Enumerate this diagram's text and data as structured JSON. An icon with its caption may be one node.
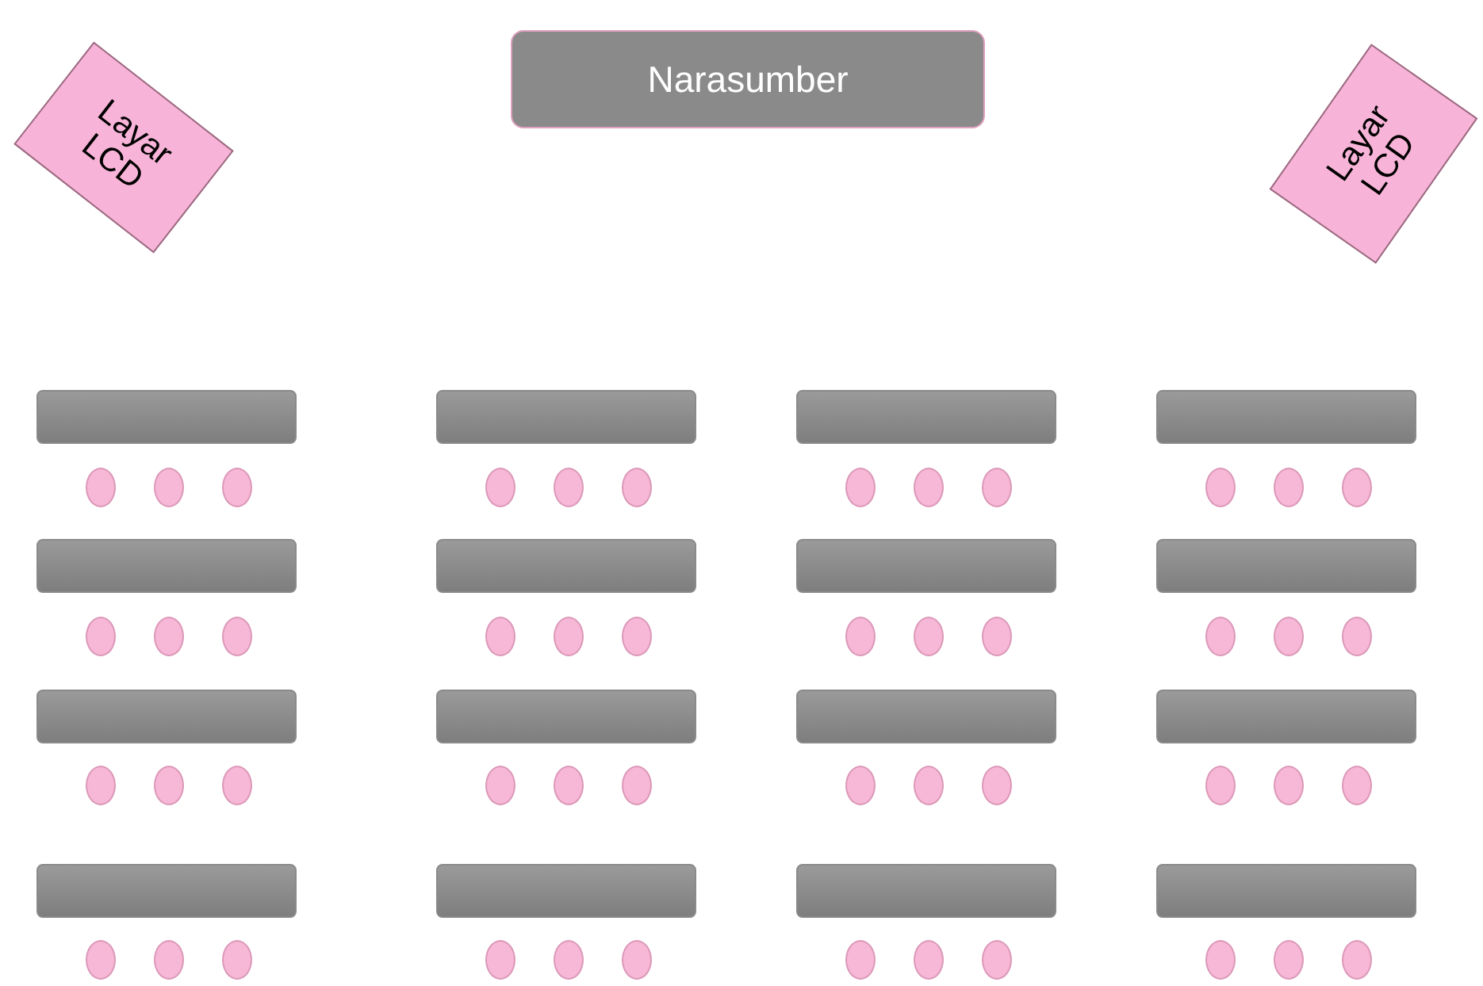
{
  "diagram": {
    "nodes": [
      {
        "text": [
          "Layar LCD"
        ]
      },
      {
        "text": [
          "Narasumber"
        ]
      },
      {
        "text": [
          "Layar LCD"
        ]
      },
      {
        "text": [],
        "shape": "bar"
      },
      {
        "text": [],
        "shape": "bar"
      },
      {
        "text": [],
        "shape": "bar"
      },
      {
        "text": [],
        "shape": "bar"
      },
      {
        "text": [],
        "shape": "circle"
      },
      {
        "text": [],
        "shape": "circle"
      },
      {
        "text": [],
        "shape": "circle"
      },
      {
        "text": [],
        "shape": "circle"
      },
      {
        "text": [],
        "shape": "circle"
      },
      {
        "text": [],
        "shape": "circle"
      },
      {
        "text": [],
        "shape": "circle"
      },
      {
        "text": [],
        "shape": "circle"
      },
      {
        "text": [],
        "shape": "circle"
      },
      {
        "text": [],
        "shape": "circle"
      },
      {
        "text": [],
        "shape": "circle"
      },
      {
        "text": [],
        "shape": "circle"
      },
      {
        "text": [],
        "shape": "bar"
      },
      {
        "text": [],
        "shape": "bar"
      },
      {
        "text": [],
        "shape": "bar"
      },
      {
        "text": [],
        "shape": "bar"
      },
      {
        "text": [],
        "shape": "circle"
      },
      {
        "text": [],
        "shape": "circle"
      },
      {
        "text": [],
        "shape": "circle"
      },
      {
        "text": [],
        "shape": "circle"
      },
      {
        "text": [],
        "shape": "circle"
      },
      {
        "text": [],
        "shape": "circle"
      },
      {
        "text": [],
        "shape": "circle"
      },
      {
        "text": [],
        "shape": "circle"
      },
      {
        "text": [],
        "shape": "circle"
      },
      {
        "text": [],
        "shape": "circle"
      },
      {
        "text": [],
        "shape": "circle"
      },
      {
        "text": [],
        "shape": "circle"
      },
      {
        "text": [],
        "shape": "bar"
      },
      {
        "text": [],
        "shape": "bar"
      },
      {
        "text": [],
        "shape": "bar"
      },
      {
        "text": [],
        "shape": "bar"
      },
      {
        "text": [],
        "shape": "circle"
      },
      {
        "text": [],
        "shape": "circle"
      },
      {
        "text": [],
        "shape": "circle"
      },
      {
        "text": [],
        "shape": "circle"
      },
      {
        "text": [],
        "shape": "circle"
      },
      {
        "text": [],
        "shape": "circle"
      },
      {
        "text": [],
        "shape": "circle"
      },
      {
        "text": [],
        "shape": "circle"
      },
      {
        "text": [],
        "shape": "circle"
      },
      {
        "text": [],
        "shape": "circle"
      },
      {
        "text": [],
        "shape": "circle"
      },
      {
        "text": [],
        "shape": "circle"
      },
      {
        "text": [],
        "shape": "bar"
      },
      {
        "text": [],
        "shape": "bar"
      },
      {
        "text": [],
        "shape": "bar"
      },
      {
        "text": [],
        "shape": "bar"
      },
      {
        "text": [],
        "shape": "circle"
      },
      {
        "text": [],
        "shape": "circle"
      },
      {
        "text": [],
        "shape": "circle"
      },
      {
        "text": [],
        "shape": "circle"
      },
      {
        "text": [],
        "shape": "circle"
      },
      {
        "text": [],
        "shape": "circle"
      },
      {
        "text": [],
        "shape": "circle"
      },
      {
        "text": [],
        "shape": "circle"
      },
      {
        "text": [],
        "shape": "circle"
      },
      {
        "text": [],
        "shape": "circle"
      },
      {
        "text": [],
        "shape": "circle"
      },
      {
        "text": [],
        "shape": "circle"
      }
    ]
  }
}
